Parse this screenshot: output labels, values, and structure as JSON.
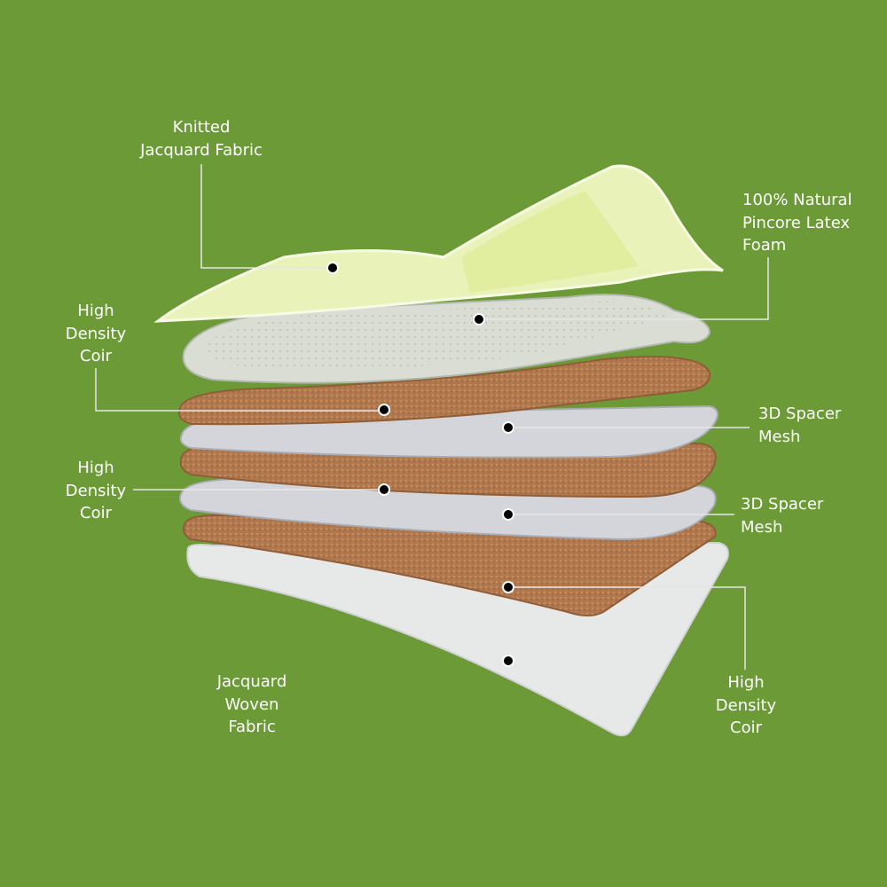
{
  "colors": {
    "background": "#6b9a36",
    "jacquard_fabric": "#e9f3b9",
    "latex_foam": "#d9ddd3",
    "coir": "#b0784c",
    "spacer_mesh": "#d3d5da",
    "woven_fabric": "#e7e9e9",
    "marker": "#000000",
    "leader_line": "#e6e6e6"
  },
  "labels": [
    {
      "id": "knitted-jacquard-fabric",
      "lines": [
        "Knitted",
        "Jacquard Fabric"
      ]
    },
    {
      "id": "natural-latex-foam",
      "lines": [
        "100% Natural",
        "Pincore Latex",
        "Foam"
      ]
    },
    {
      "id": "coir-1",
      "lines": [
        "High",
        "Density",
        "Coir"
      ]
    },
    {
      "id": "spacer-mesh-1",
      "lines": [
        "3D Spacer",
        "Mesh"
      ]
    },
    {
      "id": "coir-2",
      "lines": [
        "High",
        "Density",
        "Coir"
      ]
    },
    {
      "id": "spacer-mesh-2",
      "lines": [
        "3D Spacer",
        "Mesh"
      ]
    },
    {
      "id": "coir-3",
      "lines": [
        "High",
        "Density",
        "Coir"
      ]
    },
    {
      "id": "jacquard-woven-fabric",
      "lines": [
        "Jacquard",
        "Woven",
        "Fabric"
      ]
    }
  ]
}
